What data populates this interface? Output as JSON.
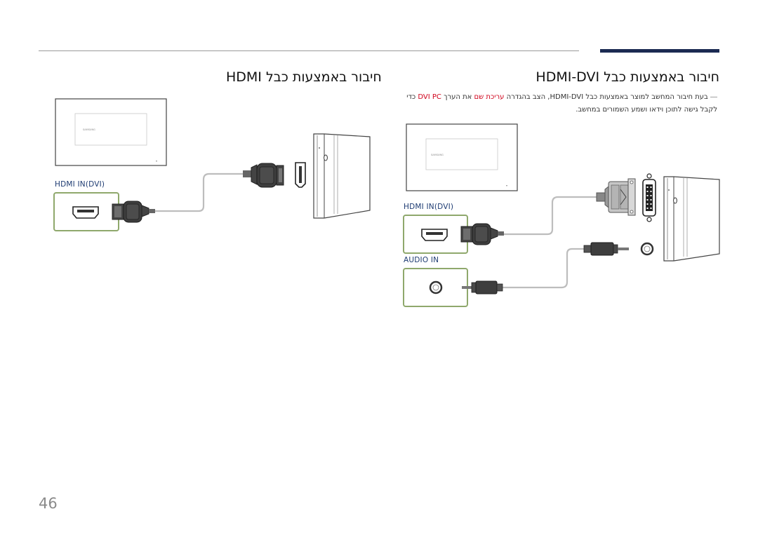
{
  "header": {
    "title_left": "חיבור באמצעות כבל HDMI",
    "title_right": "חיבור באמצעות כבל HDMI-DVI"
  },
  "note": {
    "dash": "―",
    "part1": "בעת חיבור המחשב למוצר באמצעות כבל HDMI-DVI, הצב בהגדרה ",
    "highlight1": "עריכת שם",
    "part2": " את הערך ",
    "highlight2": "DVI PC",
    "part3": " כדי לקבל גישה לתוכן וידאו ושמע השמורים במחשב."
  },
  "diagram_left": {
    "port_label": "HDMI IN(DVI)",
    "brand": "SAMSUNG"
  },
  "diagram_right": {
    "port_label_hdmi": "HDMI IN(DVI)",
    "port_label_audio": "AUDIO IN",
    "brand": "SAMSUNG"
  },
  "colors": {
    "accent_bar": "#1b2a52",
    "port_box": "#8fa86c",
    "highlight_text": "#d0021b",
    "label_text": "#1d3b72"
  },
  "footer": {
    "page_number": "46"
  }
}
